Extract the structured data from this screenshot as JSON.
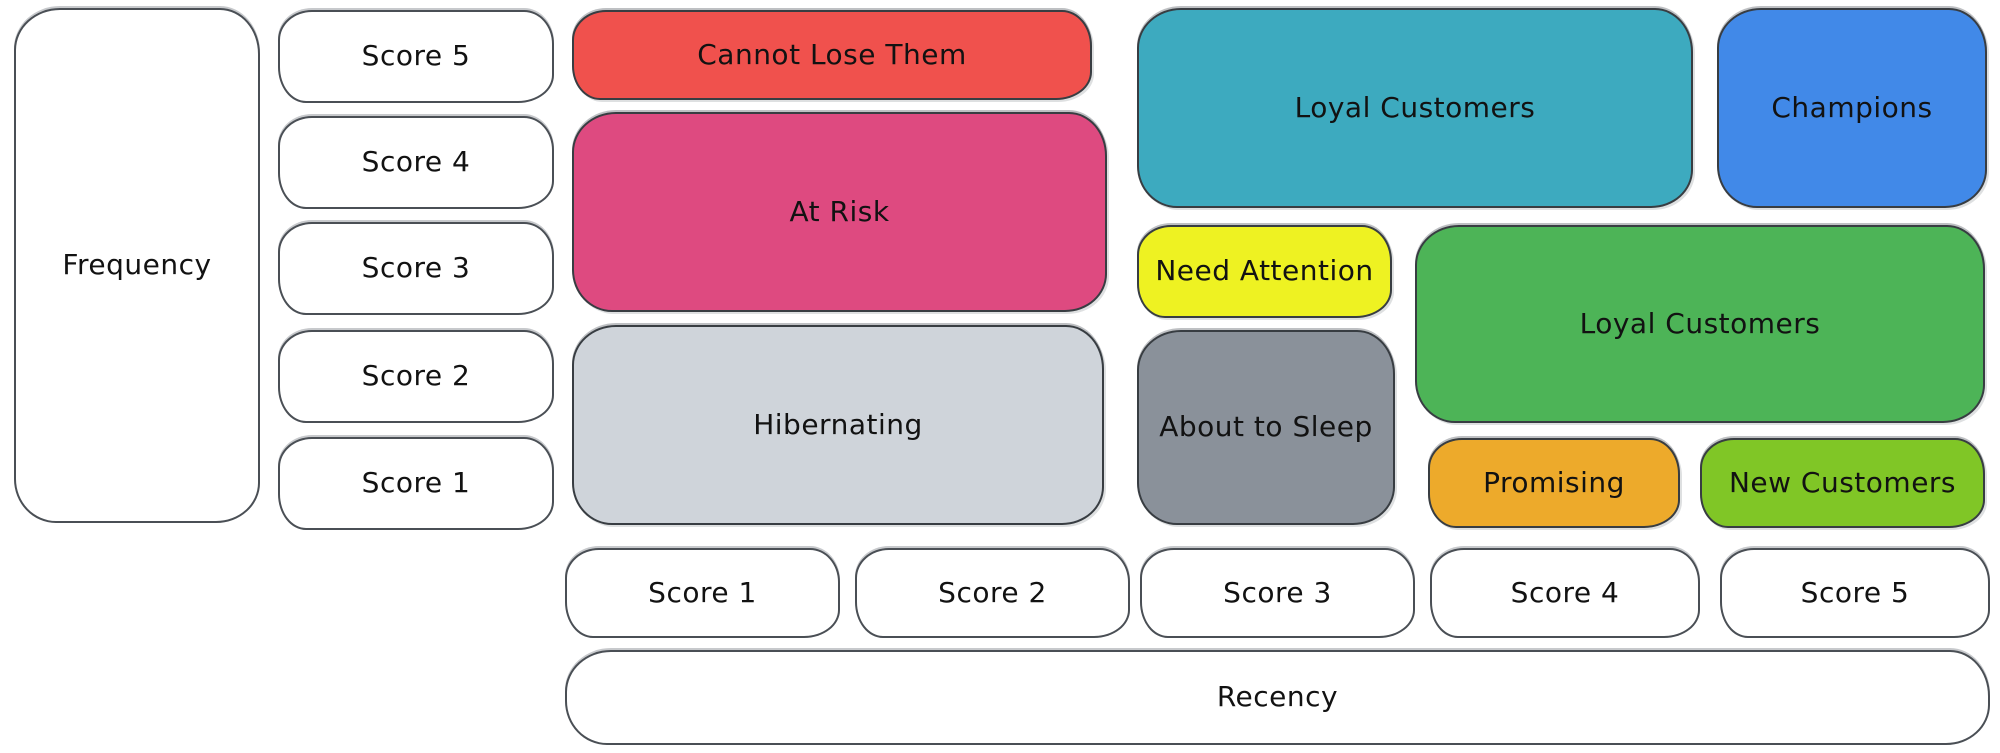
{
  "frequency_axis": {
    "label": "Frequency",
    "scores": [
      "Score 5",
      "Score 4",
      "Score 3",
      "Score 2",
      "Score 1"
    ]
  },
  "recency_axis": {
    "label": "Recency",
    "scores": [
      "Score 1",
      "Score 2",
      "Score 3",
      "Score 4",
      "Score 5"
    ]
  },
  "segments": [
    {
      "label": "Cannot Lose Them",
      "color": "#f0514d"
    },
    {
      "label": "At Risk",
      "color": "#de4a80"
    },
    {
      "label": "Hibernating",
      "color": "#cfd4da"
    },
    {
      "label": "Loyal Customers",
      "color": "#3daabf"
    },
    {
      "label": "Champions",
      "color": "#4189e8"
    },
    {
      "label": "Need Attention",
      "color": "#eef222"
    },
    {
      "label": "About to Sleep",
      "color": "#8a919a"
    },
    {
      "label": "Loyal Customers",
      "color": "#4db457"
    },
    {
      "label": "Promising",
      "color": "#edaa2b"
    },
    {
      "label": "New Customers",
      "color": "#80c626"
    }
  ],
  "style_colors": {
    "stroke": "#40454b",
    "text": "#121212",
    "background": "#ffffff"
  }
}
